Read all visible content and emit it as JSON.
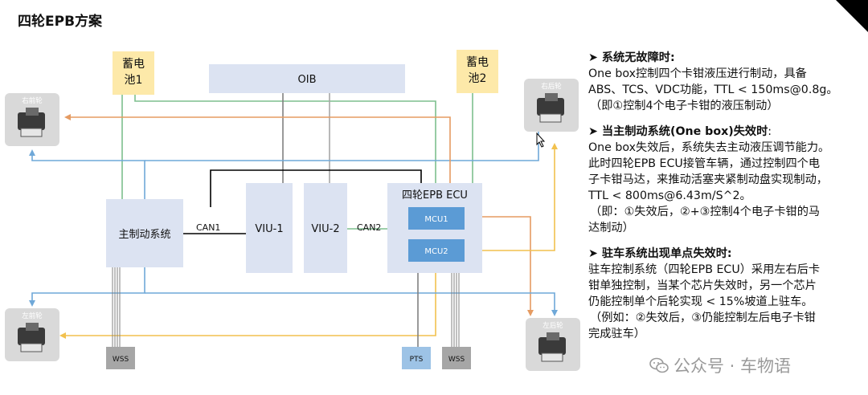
{
  "page": {
    "title": "四轮EPB方案"
  },
  "diagram": {
    "nodes": {
      "battery1": [
        "蓄电",
        "池1"
      ],
      "battery2": [
        "蓄电",
        "池2"
      ],
      "oib": "OIB",
      "front_right": "右前轮",
      "rear_right": "右后轮",
      "front_left": "左前轮",
      "rear_left": "左后轮",
      "main_brake": "主制动系统",
      "viu1": "VIU-1",
      "viu2": "VIU-2",
      "epb_ecu": "四轮EPB ECU",
      "mcu1": "MCU1",
      "mcu2": "MCU2",
      "wss_left": "WSS",
      "pts": "PTS",
      "wss_right": "WSS"
    },
    "bus_labels": {
      "can1": "CAN1",
      "can2": "CAN2"
    },
    "colors": {
      "box_fill": "#dce3f2",
      "mcu_fill": "#5b9bd5",
      "battery_fill": "#fde9a9",
      "wheel_fill": "#d9d9d9",
      "sensor_fill": "#a6a6a6",
      "pts_fill": "#9dc3e6",
      "line_blue": "#6fa8d8",
      "line_green": "#7dbf8e",
      "line_orange": "#e59b62",
      "line_yellow": "#f2c14e",
      "line_black": "#000000",
      "line_gray": "#808080"
    }
  },
  "panel": {
    "sections": [
      {
        "heading": "系统无故障时:",
        "tail": "",
        "lines": [
          "One box控制四个卡钳液压进行制动，具备",
          "ABS、TCS、VDC功能，TTL < 150ms@0.8g。",
          "（即①控制4个电子卡钳的液压制动）"
        ]
      },
      {
        "heading": "当主制动系统(One box)失效时",
        "tail": ":",
        "lines": [
          "One box失效后，系统失去主动液压调节能力。",
          "此时四轮EPB ECU接管车辆，通过控制四个电",
          "子卡钳马达，来推动活塞夹紧制动盘实现制动，",
          "TTL < 800ms@6.43m/S^2。",
          "（即：①失效后，②+③控制4个电子卡钳的马",
          "达制动）"
        ]
      },
      {
        "heading": "驻车系统出现单点失效时:",
        "tail": "",
        "lines": [
          "驻车控制系统（四轮EPB ECU）采用左右后卡",
          "钳单独控制，当某个芯片失效时，另一个芯片",
          "仍能控制单个后轮实现 < 15%坡道上驻车。",
          "（例如：②失效后，③仍能控制左后电子卡钳",
          "完成驻车）"
        ]
      }
    ]
  },
  "watermark": {
    "text": "公众号 · 车物语"
  }
}
